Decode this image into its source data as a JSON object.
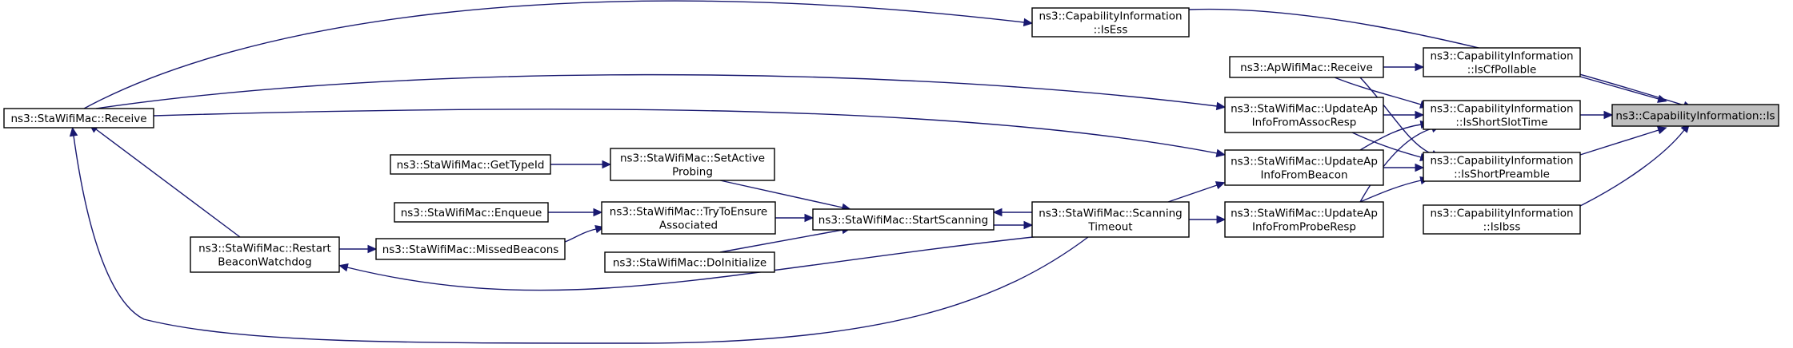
{
  "nodes": {
    "root": [
      "ns3::CapabilityInformation::Is"
    ],
    "isEss": [
      "ns3::CapabilityInformation",
      "::IsEss"
    ],
    "isCfPollable": [
      "ns3::CapabilityInformation",
      "::IsCfPollable"
    ],
    "isShortSlotTime": [
      "ns3::CapabilityInformation",
      "::IsShortSlotTime"
    ],
    "isShortPreamble": [
      "ns3::CapabilityInformation",
      "::IsShortPreamble"
    ],
    "isIbss": [
      "ns3::CapabilityInformation",
      "::IsIbss"
    ],
    "apReceive": [
      "ns3::ApWifiMac::Receive"
    ],
    "updAssoc": [
      "ns3::StaWifiMac::UpdateAp",
      "InfoFromAssocResp"
    ],
    "updBeacon": [
      "ns3::StaWifiMac::UpdateAp",
      "InfoFromBeacon"
    ],
    "updProbe": [
      "ns3::StaWifiMac::UpdateAp",
      "InfoFromProbeResp"
    ],
    "scanTimeout": [
      "ns3::StaWifiMac::Scanning",
      "Timeout"
    ],
    "startScanning": [
      "ns3::StaWifiMac::StartScanning"
    ],
    "setActiveProbing": [
      "ns3::StaWifiMac::SetActive",
      "Probing"
    ],
    "tryEnsure": [
      "ns3::StaWifiMac::TryToEnsure",
      "Associated"
    ],
    "doInit": [
      "ns3::StaWifiMac::DoInitialize"
    ],
    "getTypeId": [
      "ns3::StaWifiMac::GetTypeId"
    ],
    "enqueue": [
      "ns3::StaWifiMac::Enqueue"
    ],
    "missed": [
      "ns3::StaWifiMac::MissedBeacons"
    ],
    "restart": [
      "ns3::StaWifiMac::Restart",
      "BeaconWatchdog"
    ],
    "staReceive": [
      "ns3::StaWifiMac::Receive"
    ]
  },
  "edges": [
    [
      "isEss",
      "root"
    ],
    [
      "isCfPollable",
      "root"
    ],
    [
      "isShortSlotTime",
      "root"
    ],
    [
      "isShortPreamble",
      "root"
    ],
    [
      "isIbss",
      "root"
    ],
    [
      "staReceive",
      "isEss"
    ],
    [
      "apReceive",
      "isCfPollable"
    ],
    [
      "apReceive",
      "isShortSlotTime"
    ],
    [
      "updAssoc",
      "isShortSlotTime"
    ],
    [
      "updBeacon",
      "isShortSlotTime"
    ],
    [
      "updProbe",
      "isShortSlotTime"
    ],
    [
      "apReceive",
      "isShortPreamble"
    ],
    [
      "updAssoc",
      "isShortPreamble"
    ],
    [
      "updBeacon",
      "isShortPreamble"
    ],
    [
      "updProbe",
      "isShortPreamble"
    ],
    [
      "staReceive",
      "updAssoc"
    ],
    [
      "staReceive",
      "updBeacon"
    ],
    [
      "scanTimeout",
      "updBeacon"
    ],
    [
      "scanTimeout",
      "updProbe"
    ],
    [
      "startScanning",
      "scanTimeout"
    ],
    [
      "scanTimeout",
      "startScanning"
    ],
    [
      "setActiveProbing",
      "startScanning"
    ],
    [
      "tryEnsure",
      "startScanning"
    ],
    [
      "doInit",
      "startScanning"
    ],
    [
      "getTypeId",
      "setActiveProbing"
    ],
    [
      "enqueue",
      "tryEnsure"
    ],
    [
      "missed",
      "tryEnsure"
    ],
    [
      "restart",
      "missed"
    ],
    [
      "scanTimeout",
      "restart"
    ],
    [
      "restart",
      "staReceive"
    ],
    [
      "scanTimeout",
      "staReceive"
    ]
  ],
  "colors": {
    "edge": "#191970",
    "root_fill": "#bfbfbf",
    "node_fill": "#ffffff",
    "border": "#000000"
  }
}
